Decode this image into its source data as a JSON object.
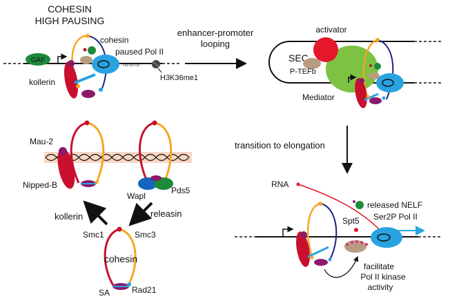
{
  "diagram": {
    "title_line1": "COHESIN",
    "title_line2": "HIGH PAUSING",
    "labels": {
      "gaf": "GAF",
      "cohesin_top": "cohesin",
      "paused_pol2": "paused Pol II",
      "motif": "TGTGTG",
      "h3k36": "H3K36me1",
      "kollerin_top": "kollerin",
      "looping1": "enhancer-promoter",
      "looping2": "looping",
      "activator": "activator",
      "sec": "SEC",
      "ptefb": "P-TEFb",
      "mediator": "Mediator",
      "transition": "transition to elongation",
      "mau2": "Mau-2",
      "nipped_b": "Nipped-B",
      "wapl": "Wapl",
      "pds5": "Pds5",
      "kollerin_mid": "kollerin",
      "releasin": "releasin",
      "smc1": "Smc1",
      "smc3": "Smc3",
      "cohesin_bottom": "cohesin",
      "sa": "SA",
      "rad21": "Rad21",
      "rna": "RNA",
      "released_nelf": "released NELF",
      "spt5": "Spt5",
      "ser2p": "Ser2P Pol II",
      "facilitate1": "facilitate",
      "facilitate2": "Pol II kinase",
      "facilitate3": "activity"
    },
    "colors": {
      "smc1_red": "#c8102e",
      "smc3_orange": "#f5a623",
      "navy": "#1a237e",
      "purple": "#8b1a6b",
      "light_blue": "#29a3e0",
      "green": "#1e8a3c",
      "lime": "#7dc242",
      "activator_red": "#e4172b",
      "tan": "#b89b80",
      "peach": "#f8d6c2"
    }
  }
}
